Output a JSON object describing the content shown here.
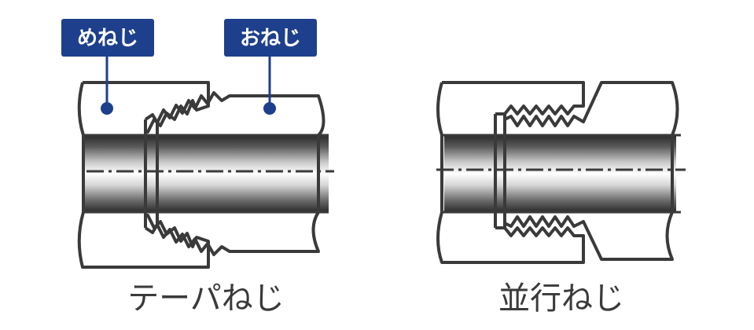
{
  "diagrams": [
    {
      "caption": "テーパねじ",
      "tags": [
        {
          "label": "めねじ"
        },
        {
          "label": "おねじ"
        }
      ]
    },
    {
      "caption": "並行ねじ"
    }
  ],
  "colors": {
    "label_bg": "#1d3f8c",
    "label_text": "#ffffff",
    "outline": "#3a3a3a",
    "caption": "#3a3a3a"
  }
}
